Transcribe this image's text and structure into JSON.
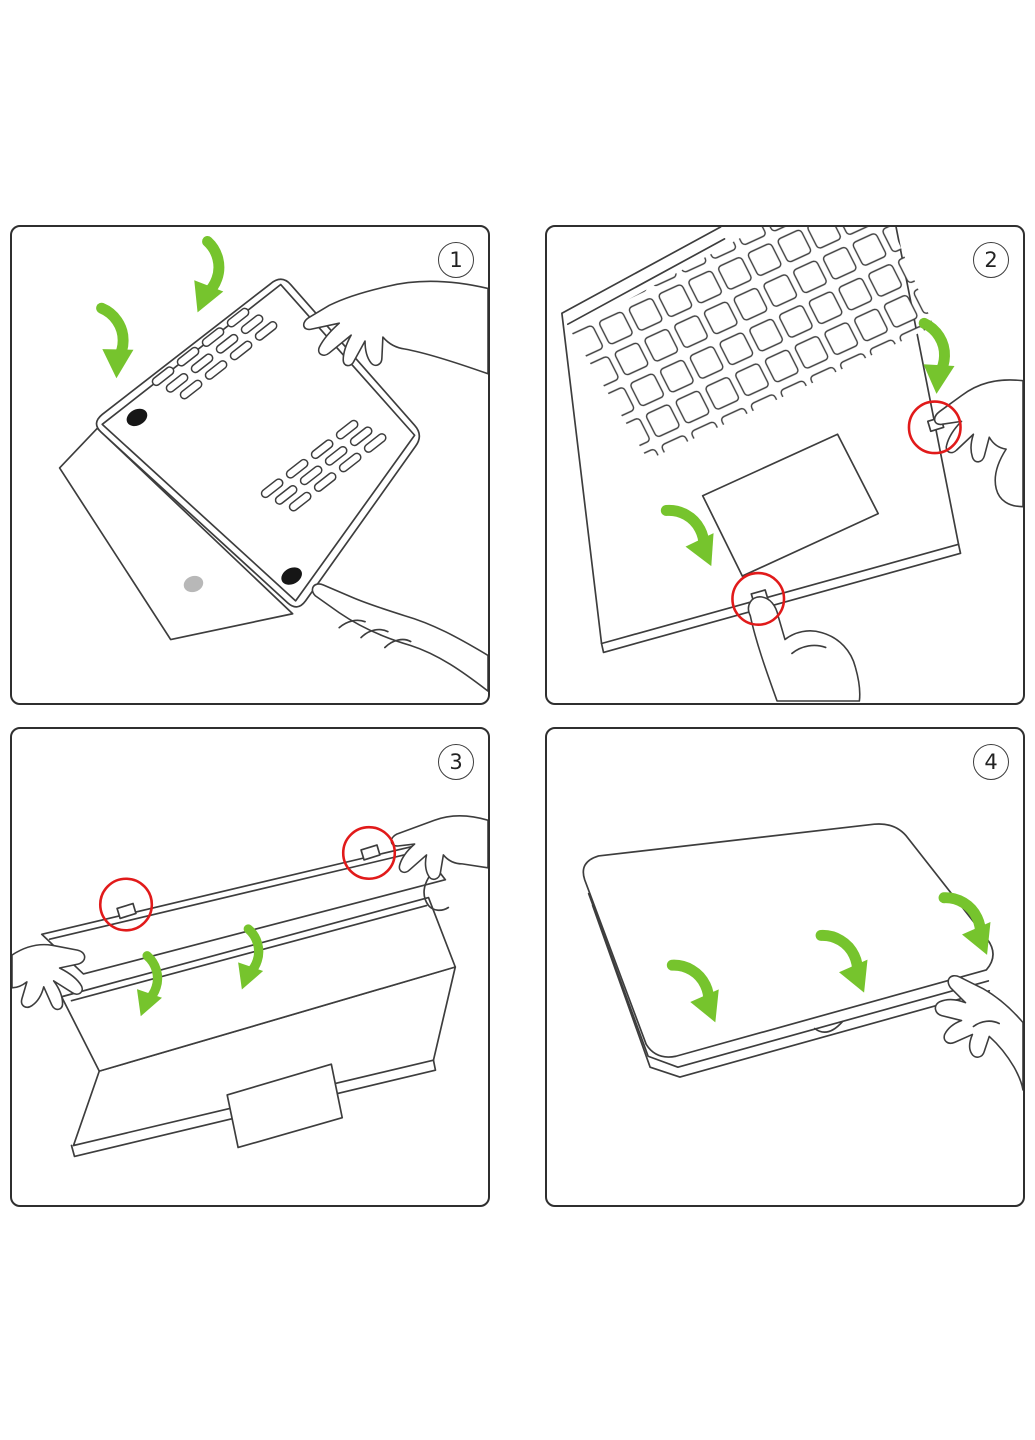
{
  "colors": {
    "background": "#ffffff",
    "line": "#3d3d3d",
    "panel_border": "#2f2f2f",
    "arrow_green": "#76c42d",
    "circle_red": "#e11a1a",
    "logo_gray": "#b8b8b8",
    "foot_black": "#161616"
  },
  "icons": {
    "press_direction_icon": "curved-green-arrow",
    "clip_point_icon": "red-circle-highlight"
  },
  "panels": [
    {
      "number": "1",
      "annotations": {
        "green_arrow_icons": 2,
        "red_circle_highlights": 0,
        "hands": 2
      }
    },
    {
      "number": "2",
      "annotations": {
        "green_arrow_icons": 2,
        "red_circle_highlights": 2,
        "hands": 2
      }
    },
    {
      "number": "3",
      "annotations": {
        "green_arrow_icons": 2,
        "red_circle_highlights": 2,
        "hands": 2
      }
    },
    {
      "number": "4",
      "annotations": {
        "green_arrow_icons": 3,
        "red_circle_highlights": 0,
        "hands": 1
      }
    }
  ]
}
